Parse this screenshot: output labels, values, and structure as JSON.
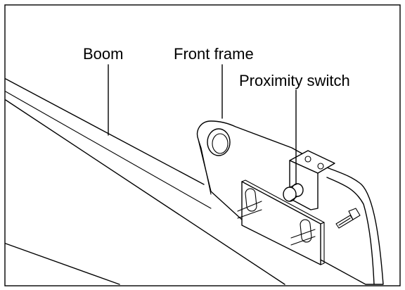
{
  "labels": {
    "boom": "Boom",
    "front_frame": "Front frame",
    "proximity_switch": "Proximity switch"
  }
}
